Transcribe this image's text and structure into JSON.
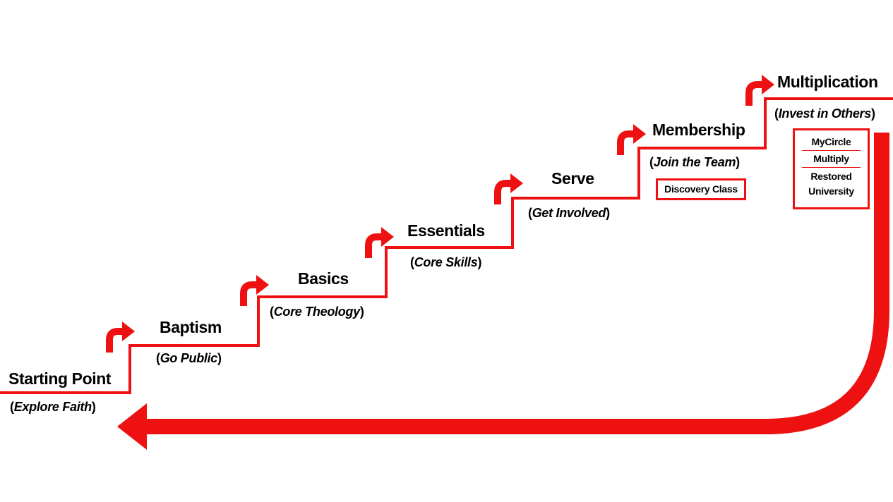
{
  "colors": {
    "line": "#ee1111",
    "text": "#000000"
  },
  "steps": [
    {
      "title": "Starting Point",
      "subtitle": "Explore Faith"
    },
    {
      "title": "Baptism",
      "subtitle": "Go Public"
    },
    {
      "title": "Basics",
      "subtitle": "Core Theology"
    },
    {
      "title": "Essentials",
      "subtitle": "Core Skills"
    },
    {
      "title": "Serve",
      "subtitle": "Get Involved"
    },
    {
      "title": "Membership",
      "subtitle": "Join the Team"
    },
    {
      "title": "Multiplication",
      "subtitle": "Invest in Others"
    }
  ],
  "membership_box": {
    "items": [
      "Discovery Class"
    ]
  },
  "multiplication_box": {
    "items": [
      "MyCircle",
      "Multiply",
      "Restored University"
    ]
  },
  "icons": {
    "step_arrow": "curved-up-right-arrow-icon",
    "return_arrow": "left-arrow-icon"
  }
}
